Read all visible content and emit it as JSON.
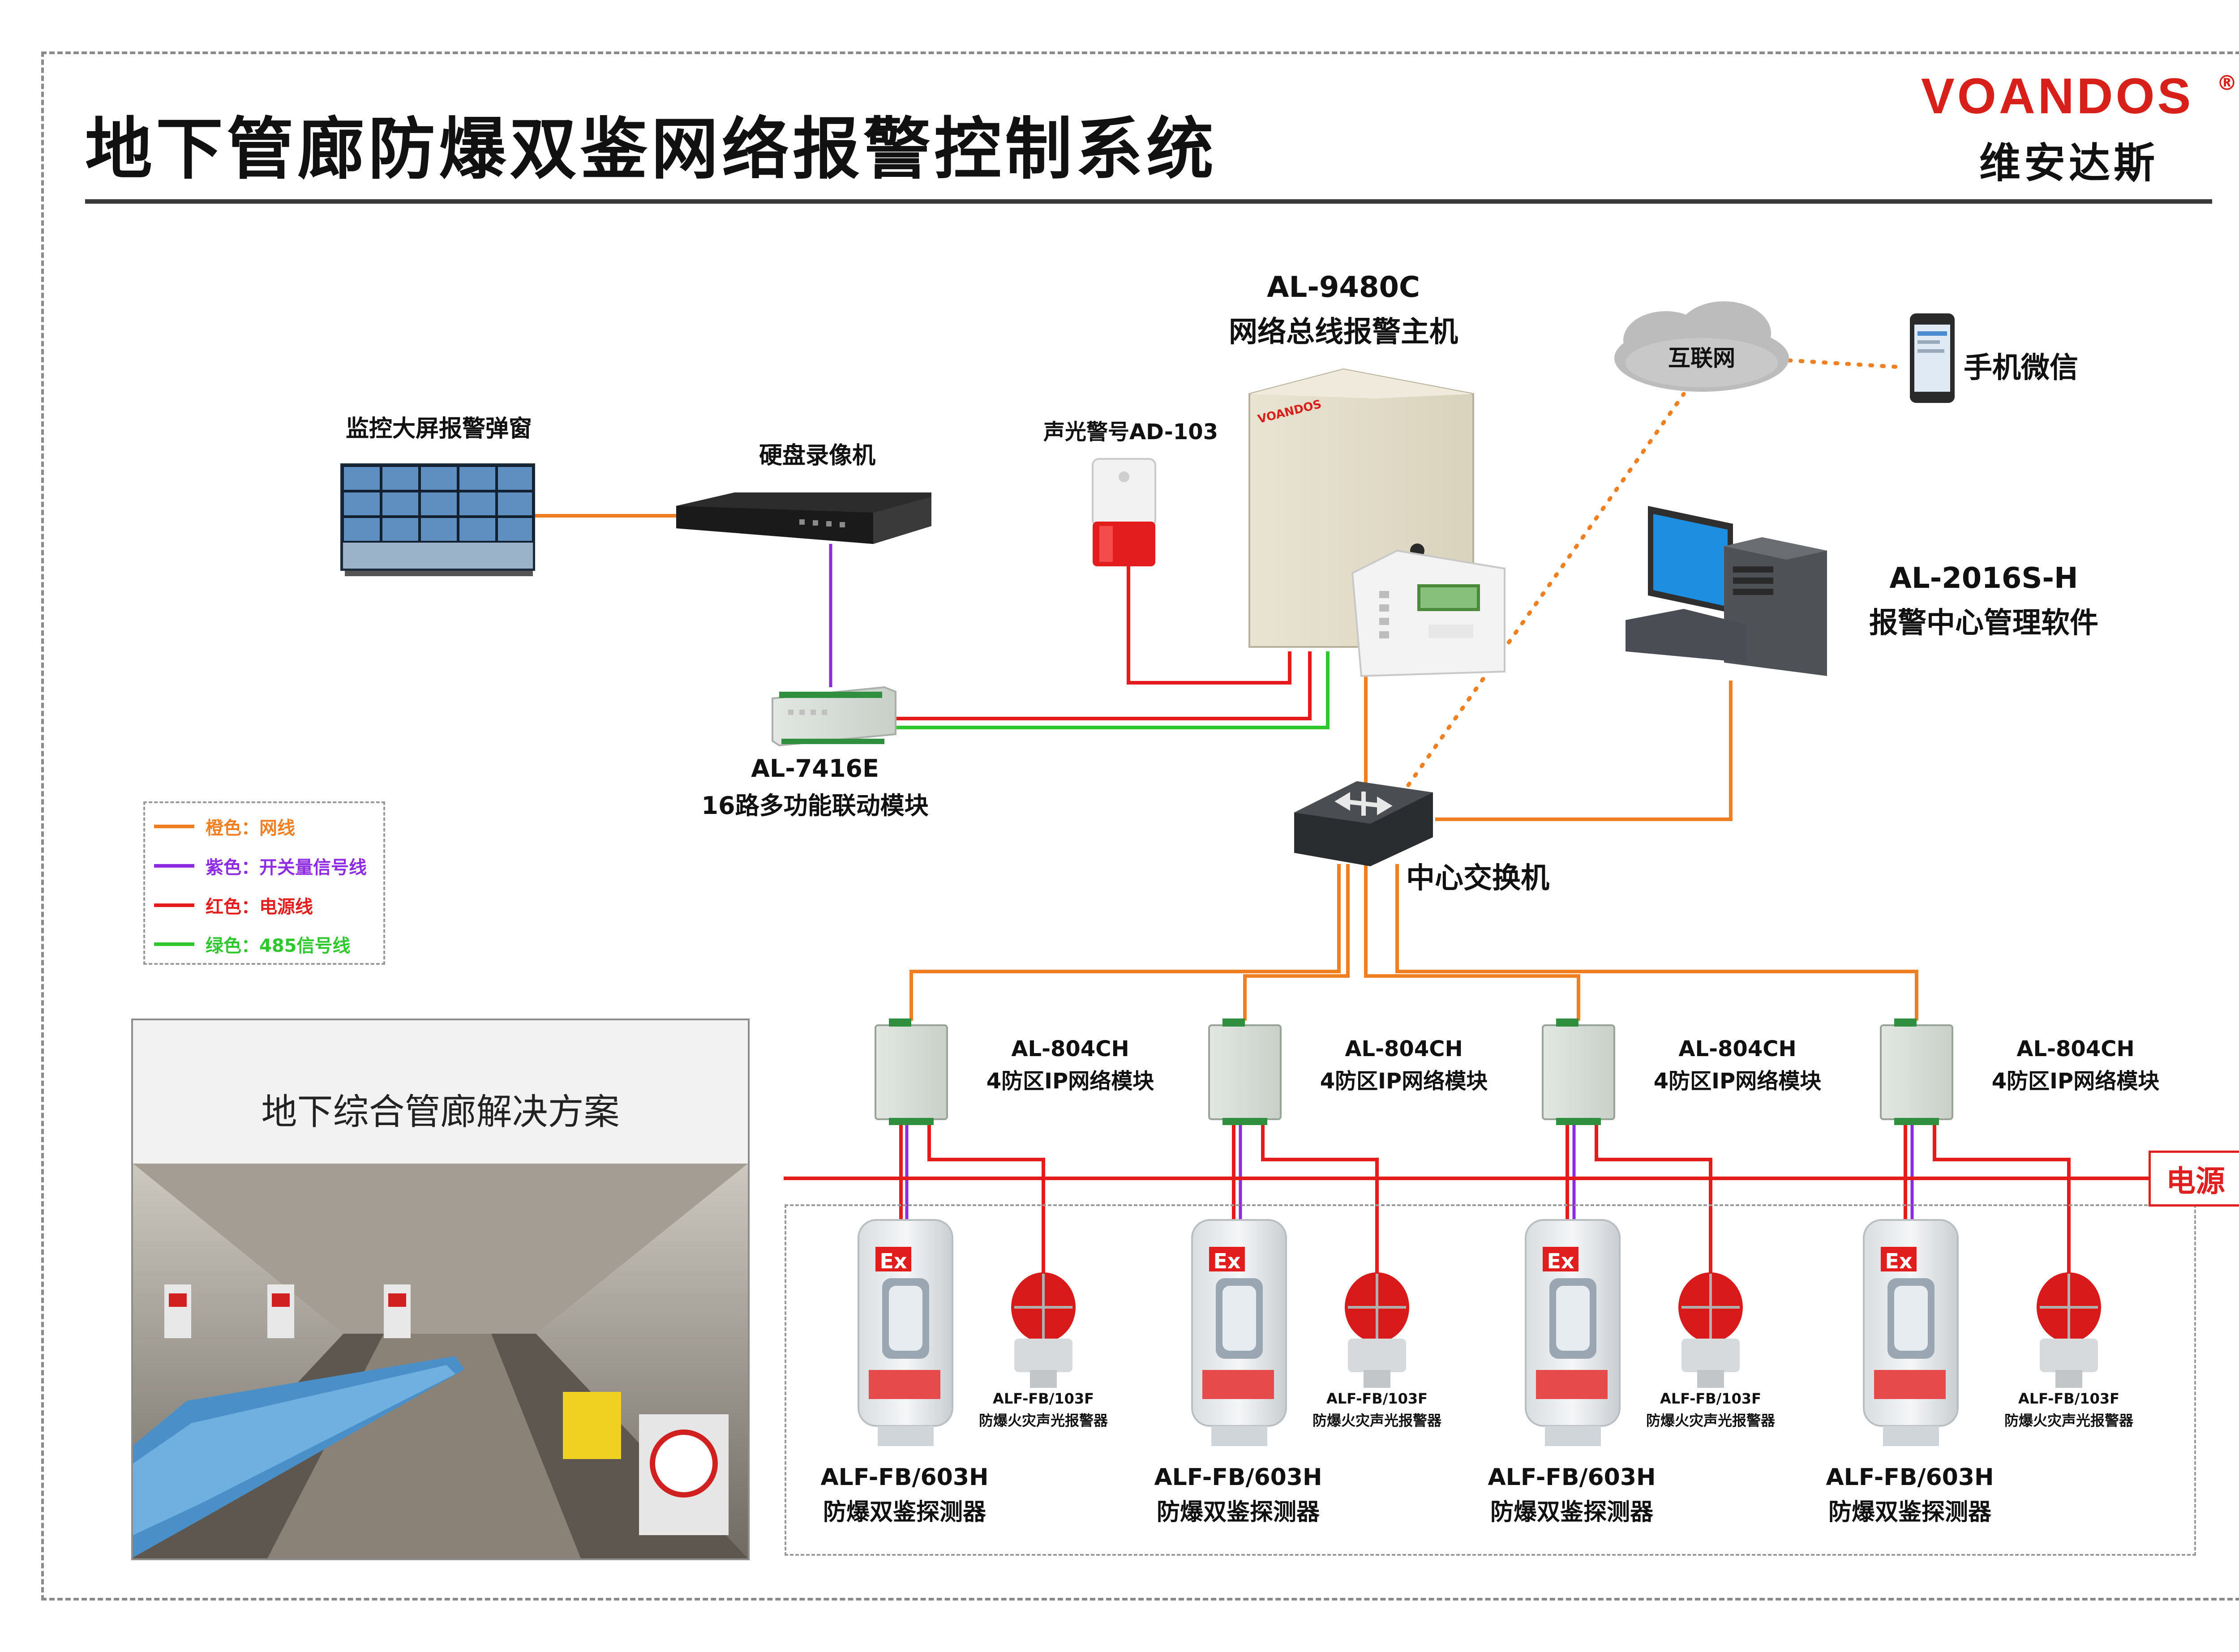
{
  "header": {
    "title": "地下管廊防爆双鉴网络报警控制系统",
    "brand_en": "VOANDOS",
    "brand_reg": "®",
    "brand_cn": "维安达斯"
  },
  "devices": {
    "video_wall": "监控大屏报警弹窗",
    "nvr": "硬盘录像机",
    "siren": "声光警号AD-103",
    "panel_model": "AL-9480C",
    "panel_name": "网络总线报警主机",
    "panel_brand": "VOANDOS",
    "cloud": "互联网",
    "phone": "手机微信",
    "software_model": "AL-2016S-H",
    "software_name": "报警中心管理软件",
    "linkage_model": "AL-7416E",
    "linkage_name": "16路多功能联动模块",
    "switch": "中心交换机",
    "power": "电源"
  },
  "legend": [
    {
      "label": "橙色：网线",
      "color": "#f07f22"
    },
    {
      "label": "紫色：开关量信号线",
      "color": "#8e2be2"
    },
    {
      "label": "红色：电源线",
      "color": "#e51c1c"
    },
    {
      "label": "绿色：485信号线",
      "color": "#2ec82e"
    }
  ],
  "photo": {
    "title": "地下综合管廊解决方案"
  },
  "zones": [
    {
      "module_model": "AL-804CH",
      "module_name": "4防区IP网络模块",
      "alarm_model": "ALF-FB/103F",
      "alarm_name": "防爆火灾声光报警器",
      "detector_model": "ALF-FB/603H",
      "detector_name": "防爆双鉴探测器",
      "ex": "Ex"
    },
    {
      "module_model": "AL-804CH",
      "module_name": "4防区IP网络模块",
      "alarm_model": "ALF-FB/103F",
      "alarm_name": "防爆火灾声光报警器",
      "detector_model": "ALF-FB/603H",
      "detector_name": "防爆双鉴探测器",
      "ex": "Ex"
    },
    {
      "module_model": "AL-804CH",
      "module_name": "4防区IP网络模块",
      "alarm_model": "ALF-FB/103F",
      "alarm_name": "防爆火灾声光报警器",
      "detector_model": "ALF-FB/603H",
      "detector_name": "防爆双鉴探测器",
      "ex": "Ex"
    },
    {
      "module_model": "AL-804CH",
      "module_name": "4防区IP网络模块",
      "alarm_model": "ALF-FB/103F",
      "alarm_name": "防爆火灾声光报警器",
      "detector_model": "ALF-FB/603H",
      "detector_name": "防爆双鉴探测器",
      "ex": "Ex"
    }
  ]
}
